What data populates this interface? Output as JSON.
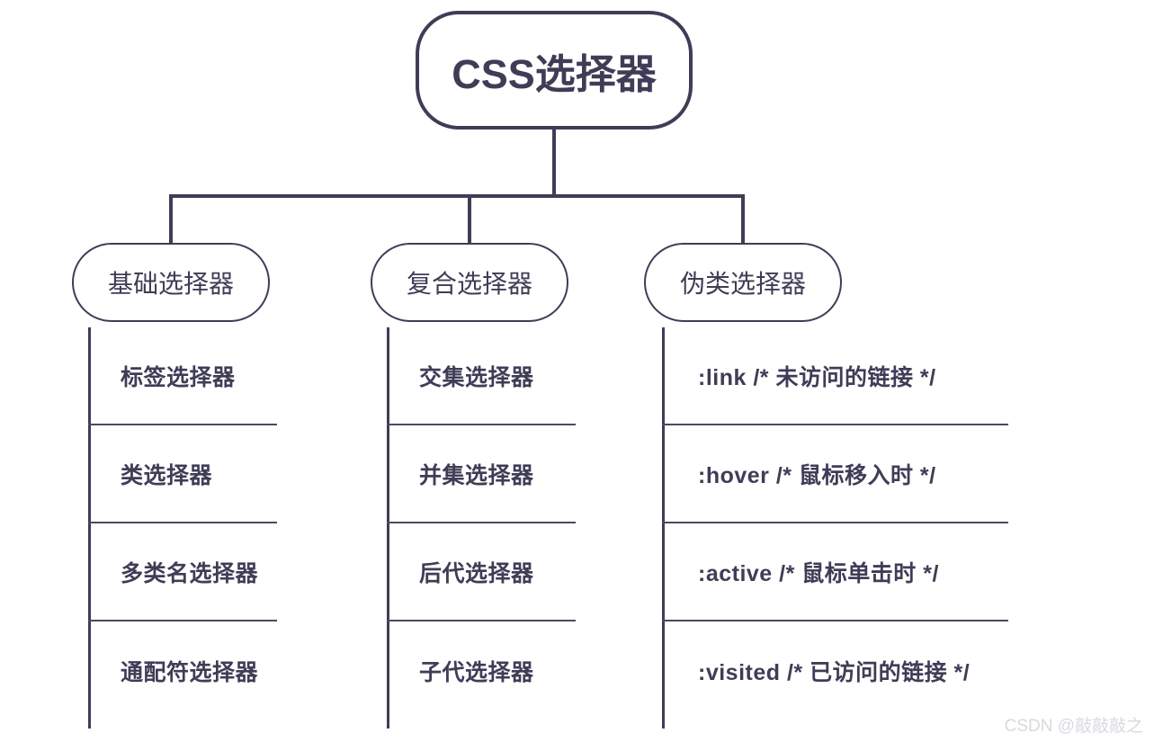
{
  "diagram": {
    "title": "CSS选择器",
    "root": {
      "label": "CSS选择器"
    },
    "branches": [
      {
        "label": "基础选择器",
        "items": [
          {
            "label": "标签选择器"
          },
          {
            "label": "类选择器"
          },
          {
            "label": "多类名选择器"
          },
          {
            "label": "通配符选择器"
          }
        ]
      },
      {
        "label": "复合选择器",
        "items": [
          {
            "label": "交集选择器"
          },
          {
            "label": "并集选择器"
          },
          {
            "label": "后代选择器"
          },
          {
            "label": "子代选择器"
          }
        ]
      },
      {
        "label": "伪类选择器",
        "items": [
          {
            "label": ":link  /* 未访问的链接 */"
          },
          {
            "label": ":hover  /* 鼠标移入时 */"
          },
          {
            "label": ":active  /* 鼠标单击时 */"
          },
          {
            "label": ":visited  /* 已访问的链接 */"
          }
        ]
      }
    ]
  },
  "watermark": {
    "text": "CSDN @敲敲敲之"
  },
  "colors": {
    "line": "#3f3d56",
    "text": "#3f3d56",
    "background": "#ffffff",
    "watermark": "#d9d9e0"
  }
}
